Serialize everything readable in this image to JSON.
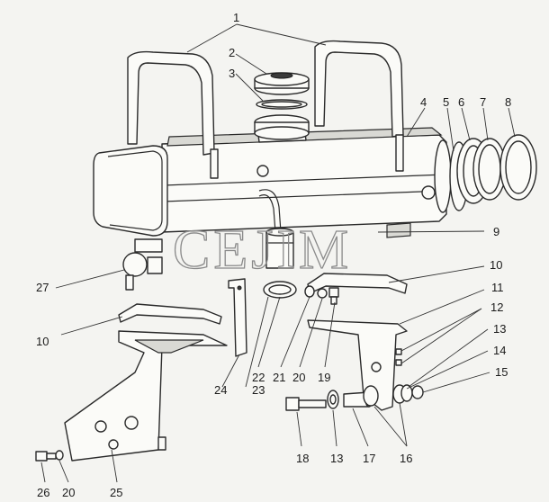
{
  "watermark": "CEJIM",
  "callouts": {
    "c1": "1",
    "c2": "2",
    "c3": "3",
    "c4": "4",
    "c5": "5",
    "c6": "6",
    "c7": "7",
    "c8": "8",
    "c9": "9",
    "c10a": "10",
    "c10b": "10",
    "c11": "11",
    "c12": "12",
    "c13a": "13",
    "c13b": "13",
    "c14": "14",
    "c15": "15",
    "c16": "16",
    "c17": "17",
    "c18": "18",
    "c19": "19",
    "c20a": "20",
    "c20b": "20",
    "c21": "21",
    "c22": "22",
    "c23": "23",
    "c24": "24",
    "c25": "25",
    "c26": "26",
    "c27": "27"
  }
}
